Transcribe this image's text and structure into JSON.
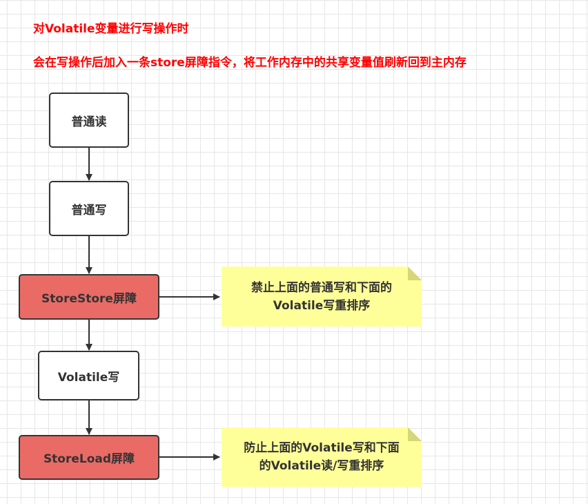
{
  "headings": {
    "line1": "对Volatile变量进行写操作时",
    "line2": "会在写操作后加入一条store屏障指令，将工作内存中的共享变量值刷新回到主内存"
  },
  "nodes": {
    "normal_read": "普通读",
    "normal_write": "普通写",
    "storestore_barrier": "StoreStore屏障",
    "volatile_write": "Volatile写",
    "storeload_barrier": "StoreLoad屏障"
  },
  "notes": {
    "storestore": {
      "line1": "禁止上面的普通写和下面的",
      "line2": "Volatile写重排序"
    },
    "storeload": {
      "line1": "防止上面的Volatile写和下面",
      "line2": "的Volatile读/写重排序"
    }
  },
  "colors": {
    "heading_text": "#ff0000",
    "barrier_fill": "#ea6b66",
    "note_fill": "#ffff99",
    "node_border": "#333333"
  }
}
